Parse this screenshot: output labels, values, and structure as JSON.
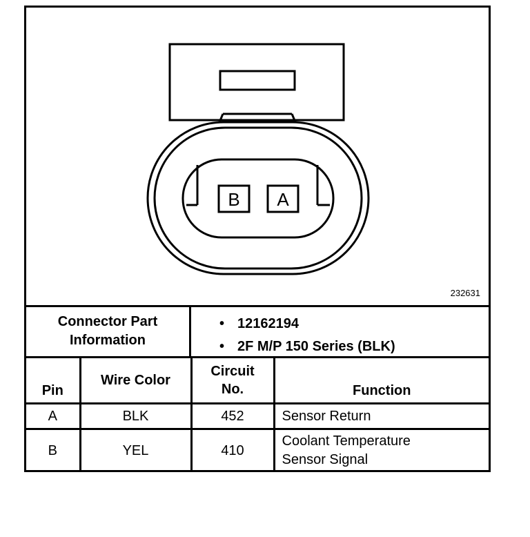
{
  "diagram": {
    "figure_id": "232631",
    "pins": [
      {
        "label": "B"
      },
      {
        "label": "A"
      }
    ]
  },
  "connector_info": {
    "label_line1": "Connector Part",
    "label_line2": "Information",
    "items": [
      "12162194",
      "2F M/P 150 Series (BLK)"
    ],
    "bullet": "•"
  },
  "table": {
    "headers": {
      "pin": "Pin",
      "wire_color": "Wire Color",
      "circuit_line1": "Circuit",
      "circuit_line2": "No.",
      "function": "Function"
    },
    "rows": [
      {
        "pin": "A",
        "wire_color": "BLK",
        "circuit": "452",
        "function_line1": "Sensor Return",
        "function_line2": ""
      },
      {
        "pin": "B",
        "wire_color": "YEL",
        "circuit": "410",
        "function_line1": "Coolant Temperature",
        "function_line2": "Sensor Signal"
      }
    ]
  }
}
